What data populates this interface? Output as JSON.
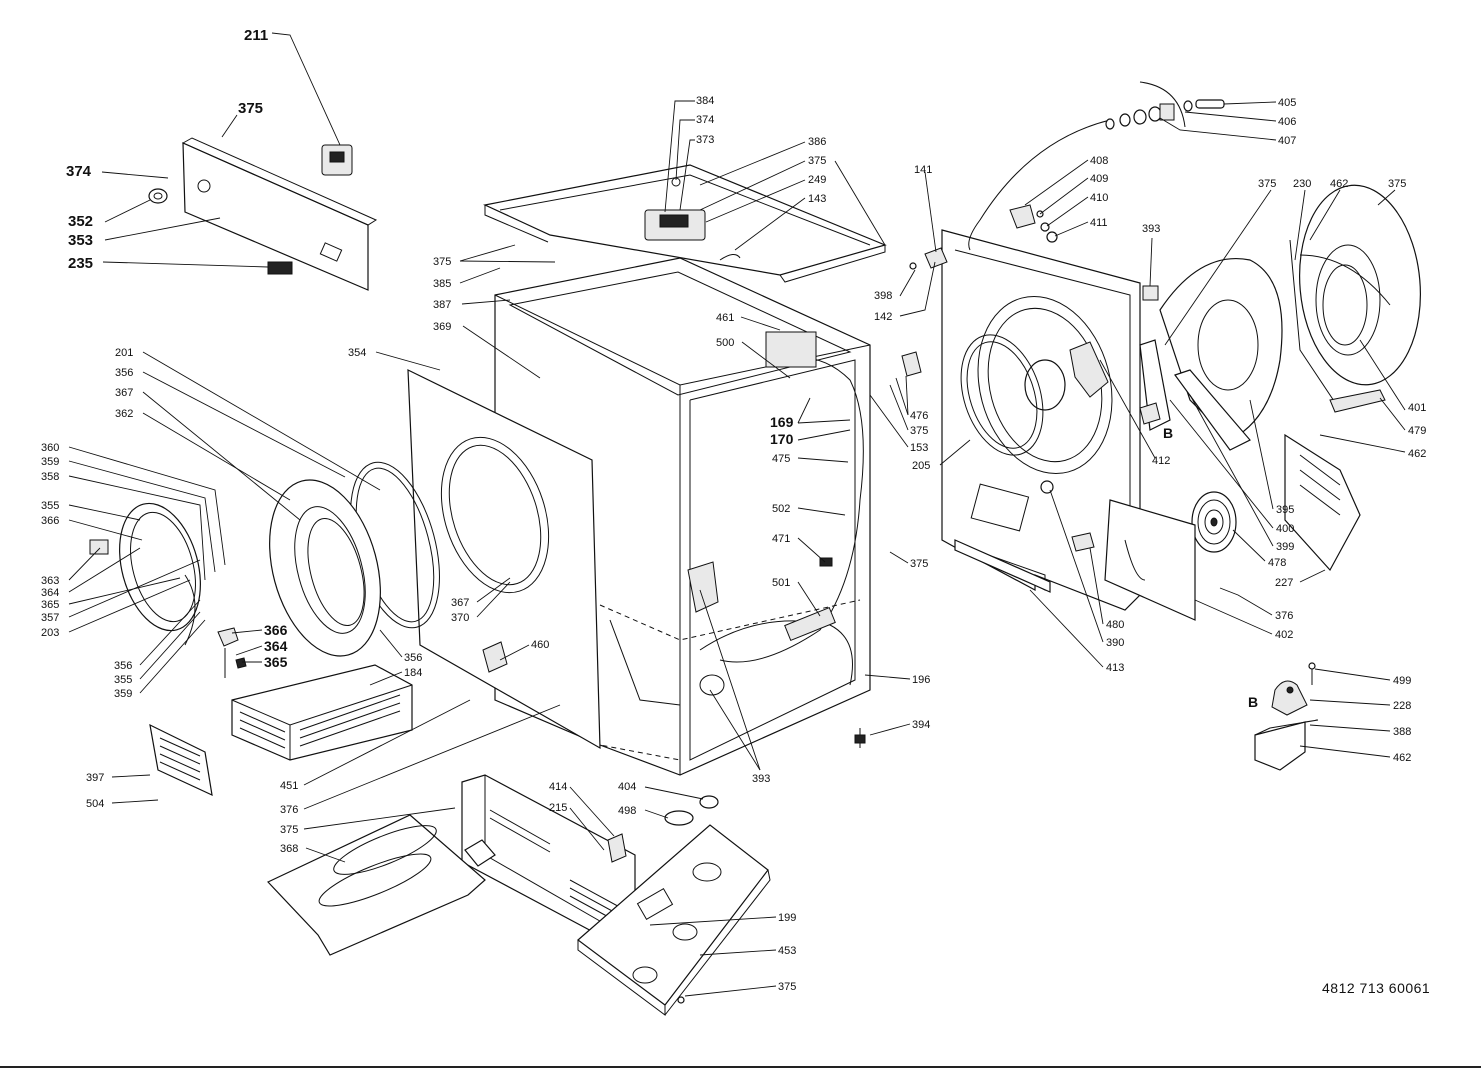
{
  "document_number": "4812 713 60061",
  "callouts": [
    {
      "id": "c211",
      "text": "211"
    },
    {
      "id": "c375a",
      "text": "375"
    },
    {
      "id": "c374a",
      "text": "374"
    },
    {
      "id": "c352",
      "text": "352"
    },
    {
      "id": "c353",
      "text": "353"
    },
    {
      "id": "c235",
      "text": "235"
    },
    {
      "id": "c384",
      "text": "384"
    },
    {
      "id": "c374b",
      "text": "374"
    },
    {
      "id": "c373",
      "text": "373"
    },
    {
      "id": "c386",
      "text": "386"
    },
    {
      "id": "c375b",
      "text": "375"
    },
    {
      "id": "c249",
      "text": "249"
    },
    {
      "id": "c143",
      "text": "143"
    },
    {
      "id": "c375c",
      "text": "375"
    },
    {
      "id": "c385",
      "text": "385"
    },
    {
      "id": "c387",
      "text": "387"
    },
    {
      "id": "c369",
      "text": "369"
    },
    {
      "id": "c461",
      "text": "461"
    },
    {
      "id": "c500",
      "text": "500"
    },
    {
      "id": "c354",
      "text": "354"
    },
    {
      "id": "c201",
      "text": "201"
    },
    {
      "id": "c356a",
      "text": "356"
    },
    {
      "id": "c367a",
      "text": "367"
    },
    {
      "id": "c362",
      "text": "362"
    },
    {
      "id": "c360",
      "text": "360"
    },
    {
      "id": "c359a",
      "text": "359"
    },
    {
      "id": "c358",
      "text": "358"
    },
    {
      "id": "c355a",
      "text": "355"
    },
    {
      "id": "c366a",
      "text": "366"
    },
    {
      "id": "c363",
      "text": "363"
    },
    {
      "id": "c364a",
      "text": "364"
    },
    {
      "id": "c365a",
      "text": "365"
    },
    {
      "id": "c357",
      "text": "357"
    },
    {
      "id": "c203",
      "text": "203"
    },
    {
      "id": "c356b",
      "text": "356"
    },
    {
      "id": "c355b",
      "text": "355"
    },
    {
      "id": "c359b",
      "text": "359"
    },
    {
      "id": "c366b",
      "text": "366"
    },
    {
      "id": "c364b",
      "text": "364"
    },
    {
      "id": "c365b",
      "text": "365"
    },
    {
      "id": "c356c",
      "text": "356"
    },
    {
      "id": "c184",
      "text": "184"
    },
    {
      "id": "c367b",
      "text": "367"
    },
    {
      "id": "c370",
      "text": "370"
    },
    {
      "id": "c460",
      "text": "460"
    },
    {
      "id": "c169",
      "text": "169"
    },
    {
      "id": "c170",
      "text": "170"
    },
    {
      "id": "c153",
      "text": "153"
    },
    {
      "id": "c475",
      "text": "475"
    },
    {
      "id": "c502",
      "text": "502"
    },
    {
      "id": "c471",
      "text": "471"
    },
    {
      "id": "c375d",
      "text": "375"
    },
    {
      "id": "c501",
      "text": "501"
    },
    {
      "id": "c196",
      "text": "196"
    },
    {
      "id": "c394",
      "text": "394"
    },
    {
      "id": "c393a",
      "text": "393"
    },
    {
      "id": "c397",
      "text": "397"
    },
    {
      "id": "c504",
      "text": "504"
    },
    {
      "id": "c451",
      "text": "451"
    },
    {
      "id": "c376a",
      "text": "376"
    },
    {
      "id": "c375e",
      "text": "375"
    },
    {
      "id": "c368",
      "text": "368"
    },
    {
      "id": "c414",
      "text": "414"
    },
    {
      "id": "c404",
      "text": "404"
    },
    {
      "id": "c215",
      "text": "215"
    },
    {
      "id": "c498",
      "text": "498"
    },
    {
      "id": "c199",
      "text": "199"
    },
    {
      "id": "c453",
      "text": "453"
    },
    {
      "id": "c375f",
      "text": "375"
    },
    {
      "id": "c141",
      "text": "141"
    },
    {
      "id": "c398",
      "text": "398"
    },
    {
      "id": "c142",
      "text": "142"
    },
    {
      "id": "c476",
      "text": "476"
    },
    {
      "id": "c375g",
      "text": "375"
    },
    {
      "id": "c205",
      "text": "205"
    },
    {
      "id": "c408",
      "text": "408"
    },
    {
      "id": "c409",
      "text": "409"
    },
    {
      "id": "c410",
      "text": "410"
    },
    {
      "id": "c411",
      "text": "411"
    },
    {
      "id": "c405",
      "text": "405"
    },
    {
      "id": "c406",
      "text": "406"
    },
    {
      "id": "c407",
      "text": "407"
    },
    {
      "id": "c393b",
      "text": "393"
    },
    {
      "id": "c375h",
      "text": "375"
    },
    {
      "id": "c230",
      "text": "230"
    },
    {
      "id": "c462a",
      "text": "462"
    },
    {
      "id": "c375i",
      "text": "375"
    },
    {
      "id": "c412",
      "text": "412"
    },
    {
      "id": "cB1",
      "text": "B"
    },
    {
      "id": "c401",
      "text": "401"
    },
    {
      "id": "c479",
      "text": "479"
    },
    {
      "id": "c462b",
      "text": "462"
    },
    {
      "id": "c395",
      "text": "395"
    },
    {
      "id": "c400",
      "text": "400"
    },
    {
      "id": "c399",
      "text": "399"
    },
    {
      "id": "c478",
      "text": "478"
    },
    {
      "id": "c227",
      "text": "227"
    },
    {
      "id": "c376b",
      "text": "376"
    },
    {
      "id": "c402",
      "text": "402"
    },
    {
      "id": "c480",
      "text": "480"
    },
    {
      "id": "c390",
      "text": "390"
    },
    {
      "id": "c413",
      "text": "413"
    },
    {
      "id": "c499",
      "text": "499"
    },
    {
      "id": "cB2",
      "text": "B"
    },
    {
      "id": "c228",
      "text": "228"
    },
    {
      "id": "c388",
      "text": "388"
    },
    {
      "id": "c462c",
      "text": "462"
    }
  ]
}
